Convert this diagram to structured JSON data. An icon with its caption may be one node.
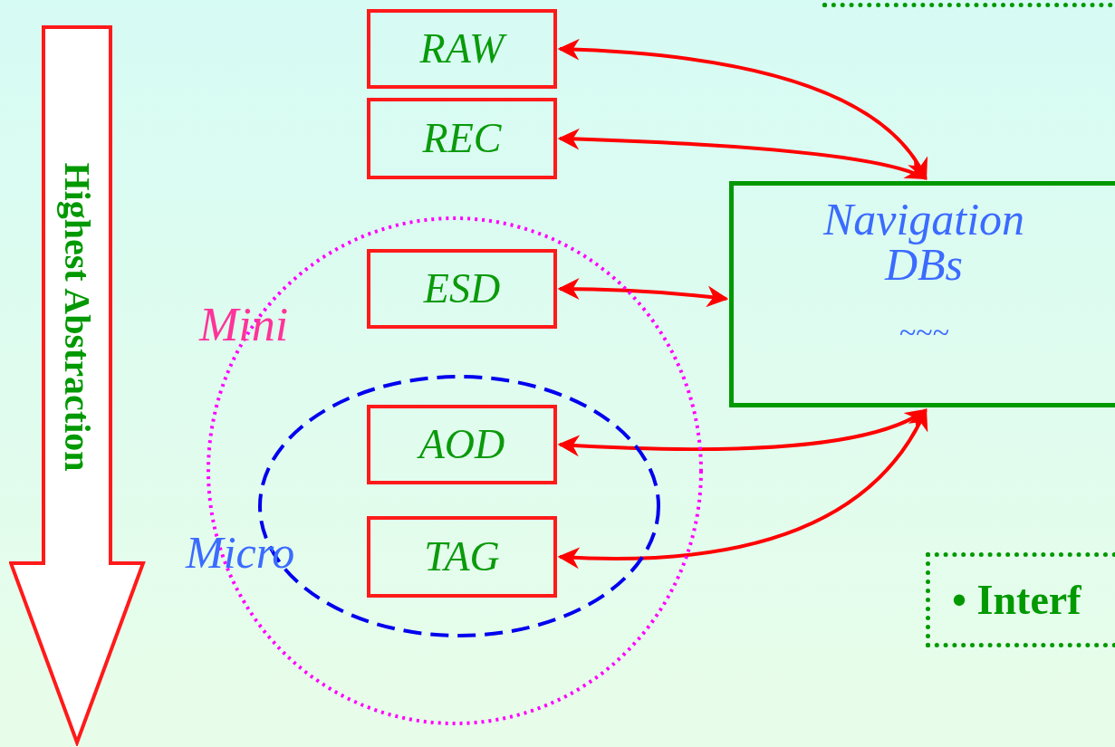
{
  "diagram": {
    "nodes": [
      {
        "text": [
          "RAW"
        ]
      },
      {
        "text": [
          "REC"
        ]
      },
      {
        "text": [
          "Mini"
        ]
      },
      {
        "text": [
          "ESD"
        ],
        "in": 2
      },
      {
        "text": [
          "Micro"
        ],
        "in": 2
      },
      {
        "text": [
          "AOD"
        ],
        "in": 4
      },
      {
        "text": [
          "TAG"
        ],
        "in": 4
      },
      {
        "text": [
          "Navigation DBs",
          "~~~"
        ]
      },
      {
        "text": [
          "• Interf"
        ]
      }
    ],
    "edges": [
      {
        "from": 0,
        "to": 7,
        "arrow": "both"
      },
      {
        "from": 1,
        "to": 7,
        "arrow": "both"
      },
      {
        "from": 3,
        "to": 7,
        "arrow": "both"
      },
      {
        "from": 5,
        "to": 7,
        "arrow": "both"
      },
      {
        "from": 6,
        "to": 7,
        "arrow": "both"
      }
    ],
    "labels": [
      "Highest Abstraction"
    ]
  }
}
